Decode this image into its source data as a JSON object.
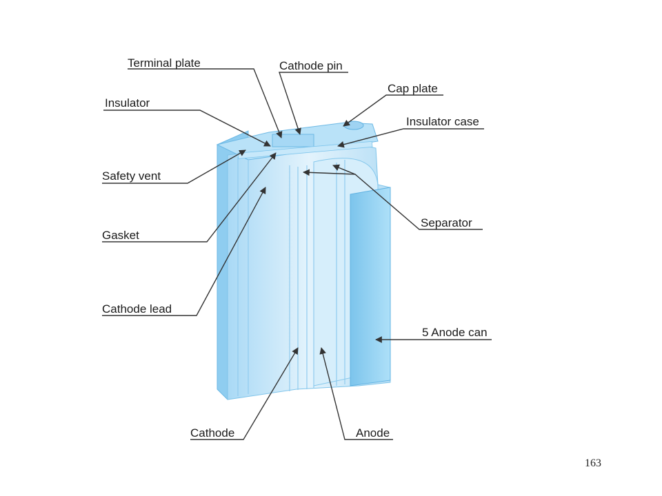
{
  "labels": {
    "terminal_plate": "Terminal plate",
    "cathode_pin": "Cathode pin",
    "cap_plate": "Cap plate",
    "insulator": "Insulator",
    "insulator_case": "Insulator case",
    "safety_vent": "Safety vent",
    "gasket": "Gasket",
    "separator": "Separator",
    "cathode_lead": "Cathode lead",
    "anode_can": "5 Anode can",
    "cathode": "Cathode",
    "anode": "Anode"
  },
  "page_number": "163",
  "colors": {
    "can_light": "#cde9f9",
    "can_mid": "#9fd3f2",
    "can_dark": "#6fbde9",
    "leader_line": "#333333"
  }
}
